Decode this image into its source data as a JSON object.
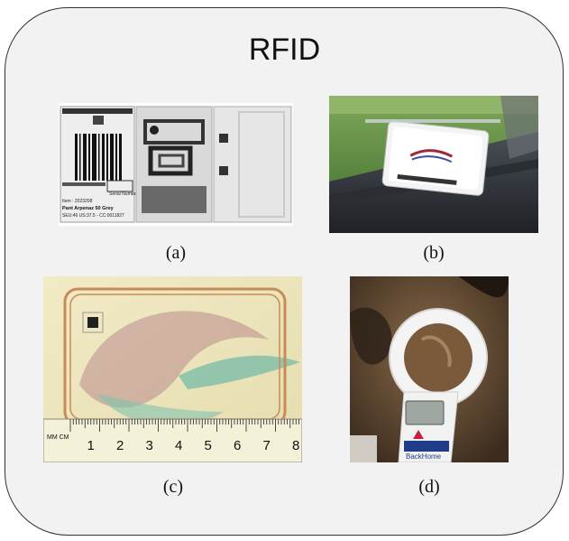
{
  "figure": {
    "title": "RFID",
    "captions": {
      "a": "(a)",
      "b": "(b)",
      "c": "(c)",
      "d": "(d)"
    },
    "tag_a_text": {
      "item": "Item : 2023208",
      "product": "Pant Arpenaz 50 Grey",
      "size": "SEU:46 US:37.5 - CC:0011827",
      "serial": "Serial Number"
    },
    "reader_d_label": "BackHome",
    "ruler_unit": "MM CM",
    "ruler_numbers": [
      "1",
      "2",
      "3",
      "4",
      "5",
      "6",
      "7",
      "8"
    ]
  }
}
